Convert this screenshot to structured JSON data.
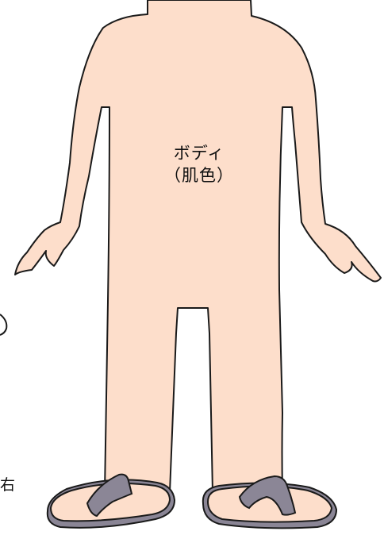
{
  "diagram": {
    "label_line1": "ボディ",
    "label_line2": "（肌色）",
    "edge_fragment": "右"
  },
  "colors": {
    "skin": "#FDDECB",
    "outline": "#1A1A1A",
    "sandal_strap": "#8B8696",
    "sandal_sole": "#8A8595"
  }
}
